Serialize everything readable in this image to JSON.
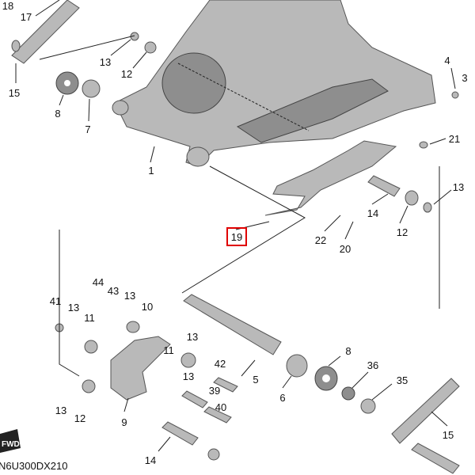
{
  "diagram": {
    "code": "N6U300DX210",
    "fwd_mark": "FWD",
    "highlight_color": "#e00000",
    "highlighted_callout": "19",
    "callouts": [
      "18",
      "17",
      "13",
      "12",
      "15",
      "8",
      "7",
      "1",
      "4",
      "3",
      "21",
      "13",
      "14",
      "12",
      "22",
      "20",
      "19",
      "44",
      "43",
      "41",
      "13",
      "10",
      "13",
      "11",
      "13",
      "11",
      "13",
      "42",
      "8",
      "36",
      "35",
      "5",
      "6",
      "39",
      "40",
      "13",
      "12",
      "9",
      "15",
      "14"
    ]
  }
}
